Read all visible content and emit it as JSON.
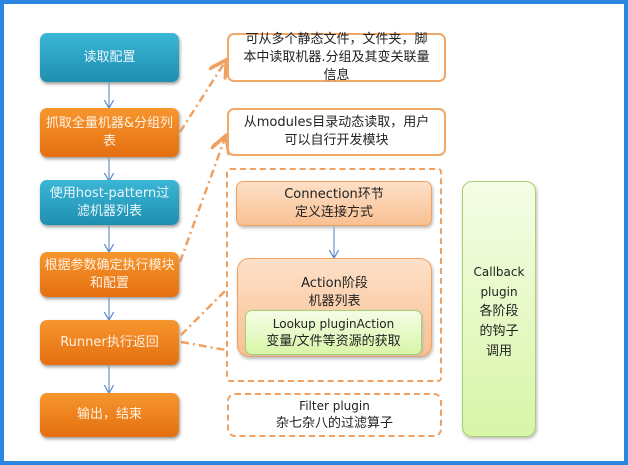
{
  "flow": [
    {
      "label": "读取配置"
    },
    {
      "label": "抓取全量机器&分组列表"
    },
    {
      "label": "使用host-pattern过滤机器列表"
    },
    {
      "label": "根据参数确定执行模块和配置"
    },
    {
      "label": "Runner执行返回"
    },
    {
      "label": "输出，结束"
    }
  ],
  "notes": {
    "inventory": "可从多个静态文件，文件夹，脚本中读取机器.分组及其变关联量信息",
    "modules": "从modules目录动态读取，用户可以自行开发模块"
  },
  "runner": {
    "connection_title": "Connection环节",
    "connection_desc": "定义连接方式",
    "action_title": "Action阶段",
    "action_desc": "机器列表",
    "lookup_title": "Lookup pluginAction",
    "lookup_desc": "变量/文件等资源的获取"
  },
  "filter": {
    "title": "Filter plugin",
    "desc": "杂七杂八的过滤算子"
  },
  "callback": {
    "title1": "Callback",
    "title2": "plugin",
    "desc": "各阶段的钩子调用"
  },
  "colors": {
    "border": "#2a86e0",
    "blue": "#2aa3c6",
    "orange": "#ee7f1e",
    "green": "#e6f9c8"
  }
}
